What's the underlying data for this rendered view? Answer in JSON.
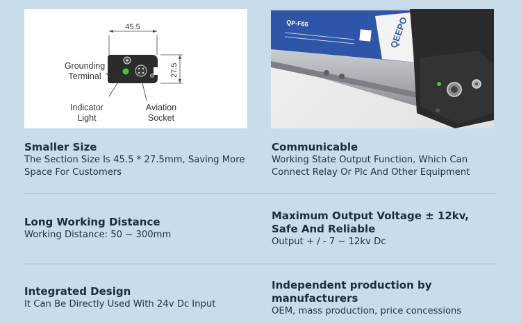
{
  "diagram": {
    "width_dim": "45.5",
    "height_dim": "27.5",
    "label_grounding_line1": "Grounding",
    "label_grounding_line2": "Terminal",
    "label_indicator_line1": "Indicator",
    "label_indicator_line2": "Light",
    "label_aviation_line1": "Aviation",
    "label_aviation_line2": "Socket"
  },
  "product_photo": {
    "model_label": "QP-F66",
    "brand": "QEEPO",
    "colors": {
      "body": "#b9bcc0",
      "label_blue": "#2f55a8",
      "end_cap": "#2a2a2a"
    }
  },
  "features": [
    {
      "title": "Smaller Size",
      "desc_line1": "The Section Size Is 45.5 * 27.5mm, Saving More",
      "desc_line2": "Space For Customers"
    },
    {
      "title": "Communicable",
      "desc_line1": "Working State Output Function, Which Can",
      "desc_line2": "Connect Relay Or Plc And Other Equipment"
    },
    {
      "title": "Long Working Distance",
      "desc_line1": "Working Distance: 50 ~ 300mm"
    },
    {
      "title_line1": "Maximum Output Voltage ± 12kv,",
      "title_line2": "Safe And Reliable",
      "desc_line1": "Output + / - 7 ~ 12kv Dc"
    },
    {
      "title": "Integrated Design",
      "desc_line1": "It Can Be Directly Used With 24v Dc Input"
    },
    {
      "title_line1": "Independent production by",
      "title_line2": "manufacturers",
      "desc_line1": "OEM, mass production, price concessions"
    }
  ],
  "colors": {
    "background": "#c9dcea",
    "divider": "#a9bccb",
    "indicator_green": "#3ccc3c"
  }
}
